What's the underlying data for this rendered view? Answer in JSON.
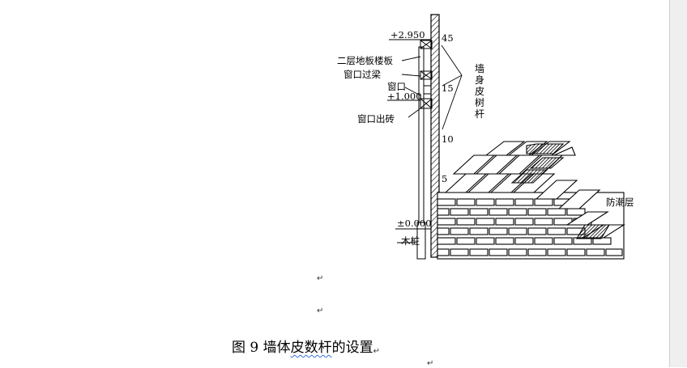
{
  "figure": {
    "labels": {
      "elev_2950": "+2.950",
      "floor_slab": "二层地板楼板",
      "window_lintel": "窗口过梁",
      "window": "窗口",
      "elev_1000": "+1.000",
      "window_sill": "窗口出砖",
      "elev_0": "±0.000",
      "wood_stake": "木桩",
      "damp_course": "防潮层",
      "pole_title": "墙身皮树杆"
    },
    "course_marks": [
      "45",
      "15",
      "10",
      "5"
    ]
  },
  "paragraph_marks": [
    "↵",
    "↵",
    "↵"
  ],
  "caption": {
    "prefix": "图 9 墙体",
    "underlined": "皮数杆",
    "suffix": "的设置",
    "mark": "↵"
  }
}
